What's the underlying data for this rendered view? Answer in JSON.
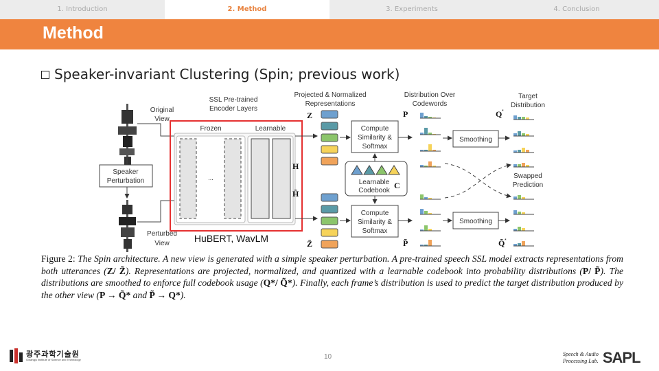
{
  "tabs": [
    "1. Introduction",
    "2. Method",
    "3. Experiments",
    "4. Conclusion"
  ],
  "active_tab": 1,
  "header": {
    "title": "Method"
  },
  "bullet": {
    "text": "Speaker-invariant Clustering (Spin; previous work)"
  },
  "figure": {
    "labels": {
      "original_view_1": "Original",
      "original_view_2": "View",
      "perturbed_view_1": "Perturbed",
      "perturbed_view_2": "View",
      "speaker_perturbation_1": "Speaker",
      "speaker_perturbation_2": "Perturbation",
      "ssl_1": "SSL Pre-trained",
      "ssl_2": "Encoder Layers",
      "frozen": "Frozen",
      "learnable": "Learnable",
      "ellipsis": "...",
      "projected_1": "Projected & Normalized",
      "projected_2": "Representations",
      "dist_codewords_1": "Distribution Over",
      "dist_codewords_2": "Codewords",
      "target_1": "Target",
      "target_2": "Distribution",
      "compute_1": "Compute",
      "compute_2": "Similarity &",
      "compute_3": "Softmax",
      "codebook_1": "Learnable",
      "codebook_2": "Codebook",
      "codebook_symbol": "C",
      "smoothing": "Smoothing",
      "swapped_1": "Swapped",
      "swapped_2": "Prediction",
      "sym_Z": "Z",
      "sym_Zt": "Z̃",
      "sym_H": "H",
      "sym_Ht": "H̃",
      "sym_P": "P",
      "sym_Pt": "P̃",
      "sym_Q": "Q",
      "sym_Qt": "Q̃",
      "hubert": "HuBERT, WavLM"
    },
    "caption": {
      "fig_label": "Figure 2:",
      "s1": "The Spin architecture. A new view is generated with a simple speaker perturbation. A pre-trained speech SSL model extracts representations from both utterances (",
      "s1_math": "Z/ Z̃",
      "s2": "). Representations are projected, normalized, and quantized with a learnable codebook into probability distributions (",
      "s2_math": "P/ P̃",
      "s3": "). The distributions are smoothed to enforce full codebook usage (",
      "s3_math": "Q*/ Q̃*",
      "s4": "). Finally, each frame’s distribution is used to predict the target distribution produced by the other view (",
      "s4_math_a": "P → Q̃*",
      "s4_and": " and ",
      "s4_math_b": "P̃ → Q*",
      "s4_end": ")."
    }
  },
  "footer": {
    "page_number": "10",
    "left_logo_text": "광주과학기술원",
    "left_logo_subtext": "Gwangju Institute of Science and Technology",
    "right_logo_line1": "Speech & Audio",
    "right_logo_line2": "Processing Lab.",
    "right_logo_brand": "SAPL"
  },
  "colors": {
    "accent": "#ef843f",
    "highlight_box": "#e53030",
    "token_blue": "#6ea0cf",
    "token_teal": "#5a9aa6",
    "token_green": "#8cc56b",
    "token_yellow": "#f6d35a",
    "token_orange": "#f0a35a"
  }
}
